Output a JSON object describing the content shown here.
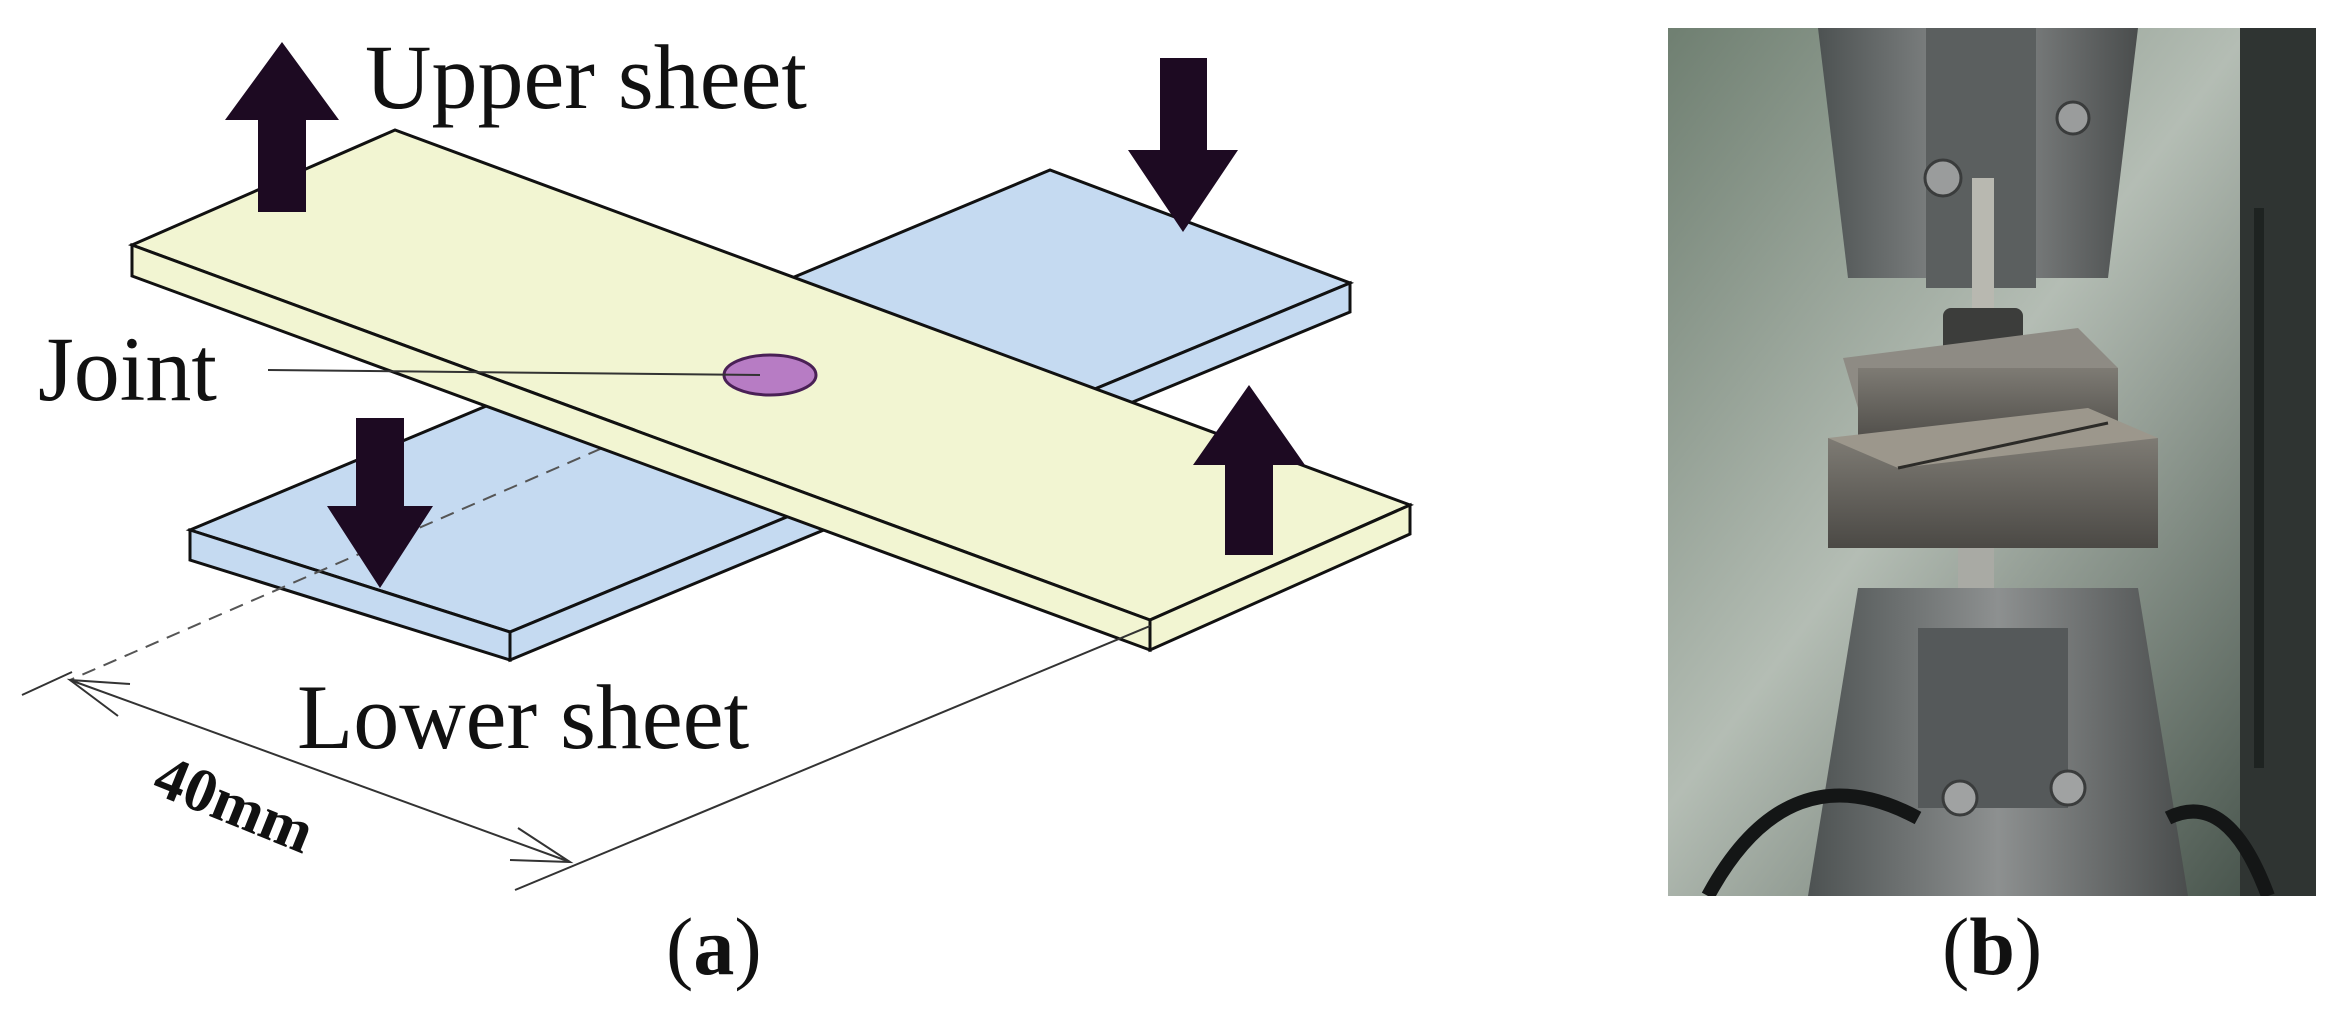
{
  "panel_a": {
    "upper_sheet_label": "Upper sheet",
    "lower_sheet_label": "Lower sheet",
    "joint_label": "Joint",
    "dimension_label": "40mm",
    "caption_letter": "a",
    "colors": {
      "upper_sheet": "#f2f5d2",
      "lower_sheet": "#c5daf1",
      "joint": "#b77cc4",
      "arrow": "#1d0a22"
    }
  },
  "panel_b": {
    "caption_letter": "b"
  }
}
